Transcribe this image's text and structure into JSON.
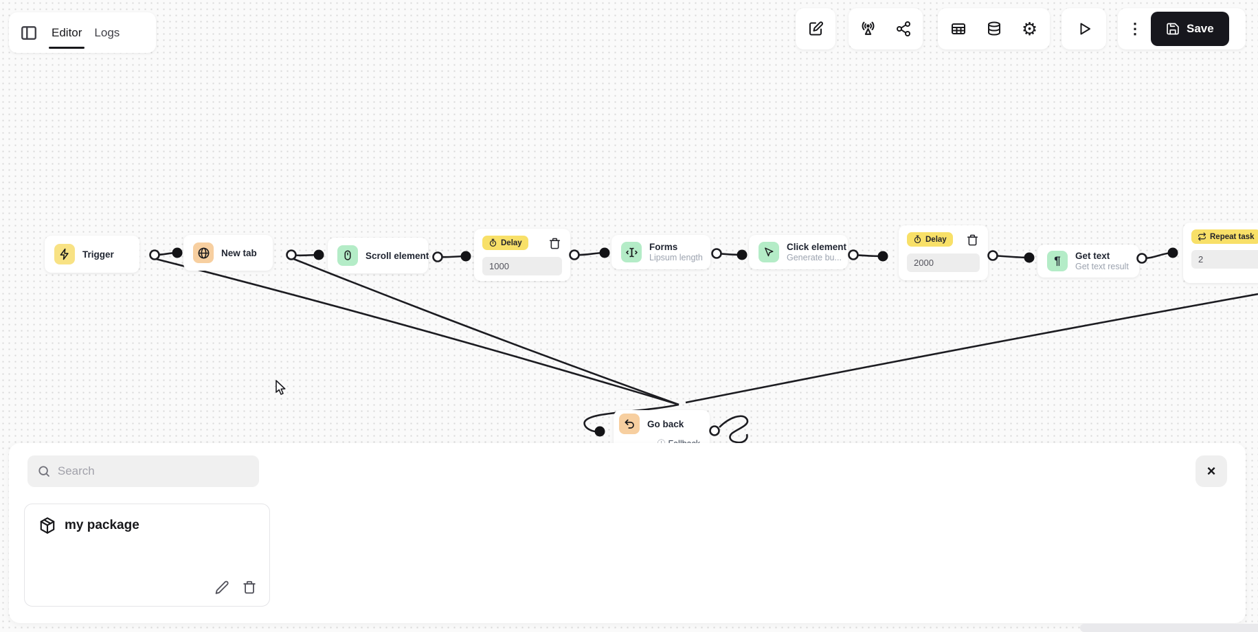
{
  "header": {
    "tabs": [
      {
        "label": "Editor",
        "active": true
      },
      {
        "label": "Logs",
        "active": false
      }
    ],
    "toolbar": {
      "icons": [
        "new-note-icon",
        "broadcast-icon",
        "share-icon",
        "table-icon",
        "database-icon",
        "settings-gear-icon",
        "run-play-icon",
        "more-kebab-icon"
      ],
      "save_label": "Save"
    }
  },
  "canvas": {
    "colors": {
      "node_icon_yellow": "#F8E284",
      "node_icon_orange": "#F7CFA0",
      "node_icon_green": "#B4ECC7",
      "badge_yellow": "#F8E068",
      "edge": "#1C1C21",
      "background": "#FAFAFA"
    },
    "nodes": [
      {
        "id": "trigger",
        "label": "Trigger",
        "icon": "lightning-icon"
      },
      {
        "id": "new-tab",
        "label": "New tab",
        "icon": "globe-icon"
      },
      {
        "id": "scroll-element",
        "label": "Scroll element",
        "icon": "mouse-icon"
      },
      {
        "id": "delay-1",
        "badge": "Delay",
        "icon": "stopwatch-icon",
        "value": "1000"
      },
      {
        "id": "forms",
        "label": "Forms",
        "sublabel": "Lipsum length",
        "icon": "text-cursor-icon"
      },
      {
        "id": "click-element",
        "label": "Click element",
        "sublabel": "Generate bu...",
        "icon": "pointer-icon"
      },
      {
        "id": "delay-2",
        "badge": "Delay",
        "icon": "stopwatch-icon",
        "value": "2000"
      },
      {
        "id": "get-text",
        "label": "Get text",
        "sublabel": "Get text result",
        "icon": "pilcrow-icon"
      },
      {
        "id": "repeat-task",
        "badge": "Repeat task",
        "icon": "repeat-icon",
        "value": "2"
      },
      {
        "id": "go-back",
        "label": "Go back",
        "sublabel": "Fallback",
        "icon": "undo-icon"
      }
    ]
  },
  "panel": {
    "search_placeholder": "Search",
    "packages": [
      {
        "name": "my package"
      }
    ]
  }
}
